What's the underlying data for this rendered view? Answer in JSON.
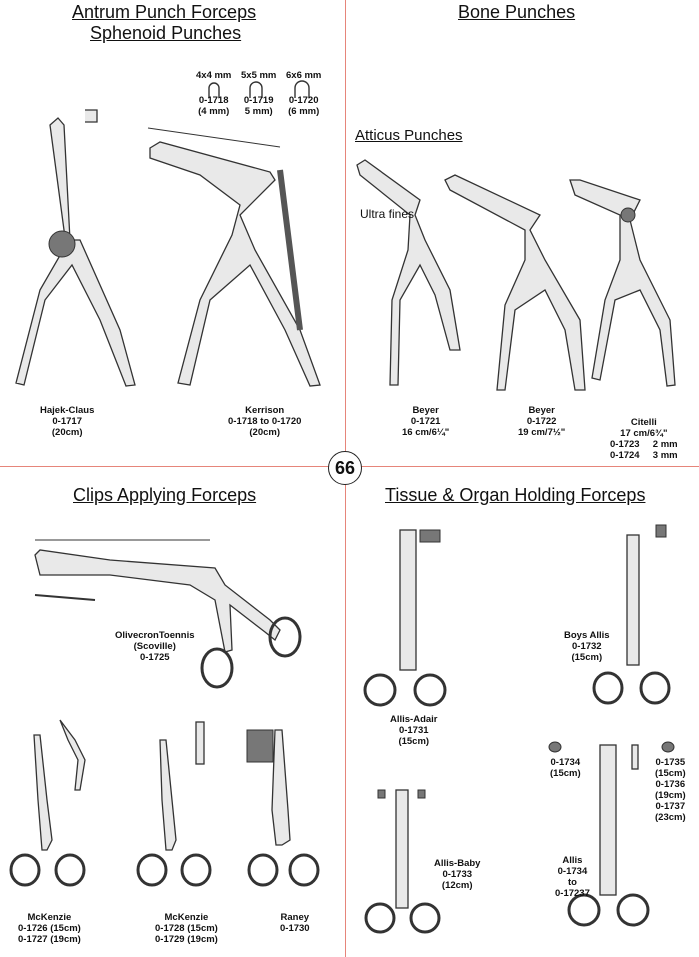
{
  "page_number": "66",
  "sections": {
    "antrum": {
      "title_line1": "Antrum Punch Forceps",
      "title_line2": "Sphenoid Punches"
    },
    "bone": {
      "title": "Bone Punches",
      "subtitle": "Atticus Punches",
      "ultra_fines": "Ultra fines"
    },
    "clips": {
      "title": "Clips Applying Forceps"
    },
    "tissue": {
      "title": "Tissue & Organ Holding Forceps"
    }
  },
  "tip_sizes": [
    {
      "size": "4x4 mm",
      "code": "0-1718",
      "mm": "(4 mm)"
    },
    {
      "size": "5x5 mm",
      "code": "0-1719",
      "mm": "5 mm)"
    },
    {
      "size": "6x6 mm",
      "code": "0-1720",
      "mm": "(6 mm)"
    }
  ],
  "products": {
    "hajek": [
      "Hajek-Claus",
      "0-1717",
      "(20cm)"
    ],
    "kerrison": [
      "Kerrison",
      "0-1718 to 0-1720",
      "(20cm)"
    ],
    "beyer1": [
      "Beyer",
      "0-1721",
      "16 cm/6¼\""
    ],
    "beyer2": [
      "Beyer",
      "0-1722",
      "19 cm/7½\""
    ],
    "citelli": [
      "Citelli",
      "17 cm/6¾\"",
      "0-1723     2 mm",
      "0-1724     3 mm"
    ],
    "olivecron": [
      "OlivecronToennis",
      "(Scoville)",
      "0-1725"
    ],
    "mckenzie1": [
      "McKenzie",
      "0-1726 (15cm)",
      "0-1727 (19cm)"
    ],
    "mckenzie2": [
      "McKenzie",
      "0-1728 (15cm)",
      "0-1729 (19cm)"
    ],
    "raney": [
      "Raney",
      "0-1730"
    ],
    "allis_adair": [
      "Allis-Adair",
      "0-1731",
      "(15cm)"
    ],
    "boys_allis": [
      "Boys Allis",
      "0-1732",
      "(15cm)"
    ],
    "allis_baby": [
      "Allis-Baby",
      "0-1733",
      "(12cm)"
    ],
    "tip_1734": [
      "0-1734",
      "(15cm)"
    ],
    "tip_1735": [
      "0-1735",
      "(15cm)",
      "0-1736",
      "(19cm)",
      "0-1737",
      "(23cm)"
    ],
    "allis": [
      "Allis",
      "0-1734",
      "to",
      "0-17237"
    ]
  }
}
